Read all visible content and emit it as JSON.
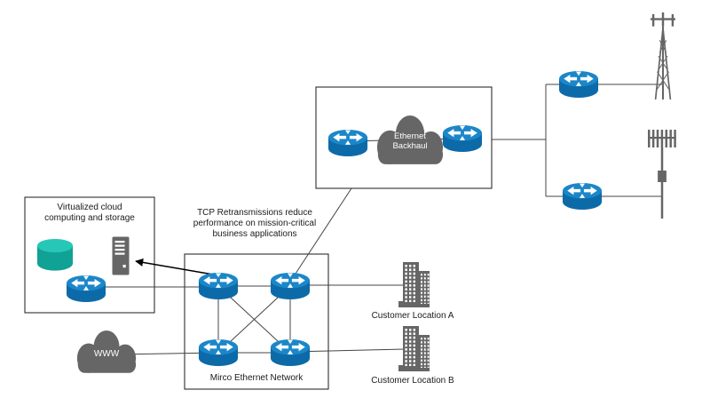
{
  "diagram": {
    "labels": {
      "backhaul_cloud": [
        "Ethernet",
        "Backhaul"
      ],
      "virtualized_title": [
        "Virtualized cloud",
        "computing and storage"
      ],
      "tcp_annotation": [
        "TCP Retransmissions reduce",
        "performance on mission-critical",
        "business applications"
      ],
      "micro_network": "Mirco Ethernet Network",
      "www": "WWW",
      "customer_a": "Customer Location A",
      "customer_b": "Customer Location B"
    },
    "icons": {
      "router": "router-icon",
      "cloud": "cloud-icon",
      "database": "database-icon",
      "server": "server-icon",
      "building": "building-icon",
      "cell_tower": "cell-tower-icon",
      "antenna_array": "antenna-array-icon"
    },
    "colors": {
      "router_blue_top": "#1b87c9",
      "router_blue_body": "#0d6aa8",
      "icon_gray": "#666666",
      "database_teal_top": "#27c7b8",
      "database_teal_body": "#0fa295",
      "connector_line": "#444444",
      "arrow": "#000000",
      "box_border": "#1a1a1a",
      "background": "#ffffff"
    }
  }
}
